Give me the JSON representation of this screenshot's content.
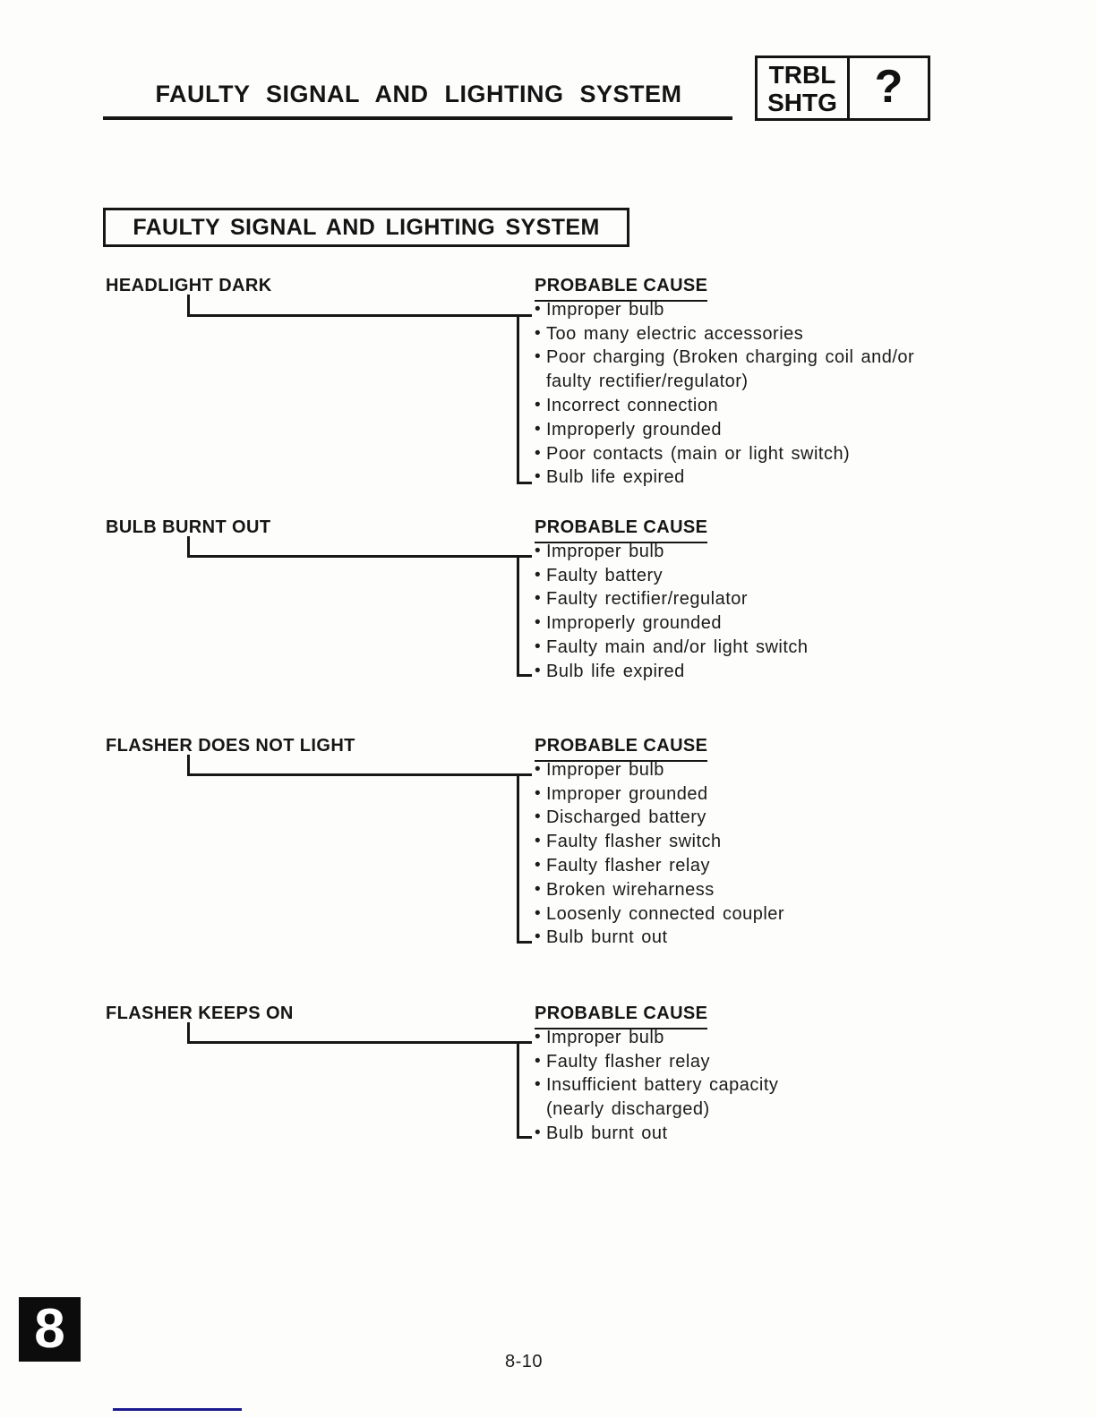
{
  "header": {
    "title": "FAULTY SIGNAL AND LIGHTING SYSTEM",
    "tab": {
      "line1": "TRBL",
      "line2": "SHTG",
      "symbol": "?"
    }
  },
  "title_box": {
    "label": "FAULTY SIGNAL AND LIGHTING SYSTEM"
  },
  "sections": [
    {
      "name": "HEADLIGHT DARK",
      "cause_label": "PROBABLE CAUSE",
      "causes": [
        {
          "b": 1,
          "t": "Improper bulb"
        },
        {
          "b": 1,
          "t": "Too many electric accessories"
        },
        {
          "b": 1,
          "t": "Poor charging (Broken charging coil and/or"
        },
        {
          "b": 0,
          "t": "faulty rectifier/regulator)"
        },
        {
          "b": 1,
          "t": "Incorrect connection"
        },
        {
          "b": 1,
          "t": "Improperly grounded"
        },
        {
          "b": 1,
          "t": "Poor contacts (main or light switch)"
        },
        {
          "b": 1,
          "t": "Bulb life expired"
        }
      ]
    },
    {
      "name": "BULB BURNT OUT",
      "cause_label": "PROBABLE CAUSE",
      "causes": [
        {
          "b": 1,
          "t": "Improper bulb"
        },
        {
          "b": 1,
          "t": "Faulty battery"
        },
        {
          "b": 1,
          "t": "Faulty rectifier/regulator"
        },
        {
          "b": 1,
          "t": "Improperly grounded"
        },
        {
          "b": 1,
          "t": "Faulty main and/or light switch"
        },
        {
          "b": 1,
          "t": "Bulb life expired"
        }
      ]
    },
    {
      "name": "FLASHER DOES NOT LIGHT",
      "cause_label": "PROBABLE CAUSE",
      "causes": [
        {
          "b": 1,
          "t": "Improper bulb"
        },
        {
          "b": 1,
          "t": "Improper grounded"
        },
        {
          "b": 1,
          "t": "Discharged battery"
        },
        {
          "b": 1,
          "t": "Faulty flasher switch"
        },
        {
          "b": 1,
          "t": "Faulty flasher relay"
        },
        {
          "b": 1,
          "t": "Broken wireharness"
        },
        {
          "b": 1,
          "t": "Loosenly connected coupler"
        },
        {
          "b": 1,
          "t": "Bulb burnt out"
        }
      ]
    },
    {
      "name": "FLASHER KEEPS ON",
      "cause_label": "PROBABLE CAUSE",
      "causes": [
        {
          "b": 1,
          "t": "Improper bulb"
        },
        {
          "b": 1,
          "t": "Faulty flasher relay"
        },
        {
          "b": 1,
          "t": "Insufficient battery capacity"
        },
        {
          "b": 0,
          "t": "(nearly discharged)"
        },
        {
          "b": 1,
          "t": "Bulb burnt out"
        }
      ]
    }
  ],
  "footer": {
    "chapter_tab": "8",
    "page_number": "8-10"
  },
  "colors": {
    "ink": "#1a1a1a",
    "accent_line": "#1b1b8f"
  }
}
